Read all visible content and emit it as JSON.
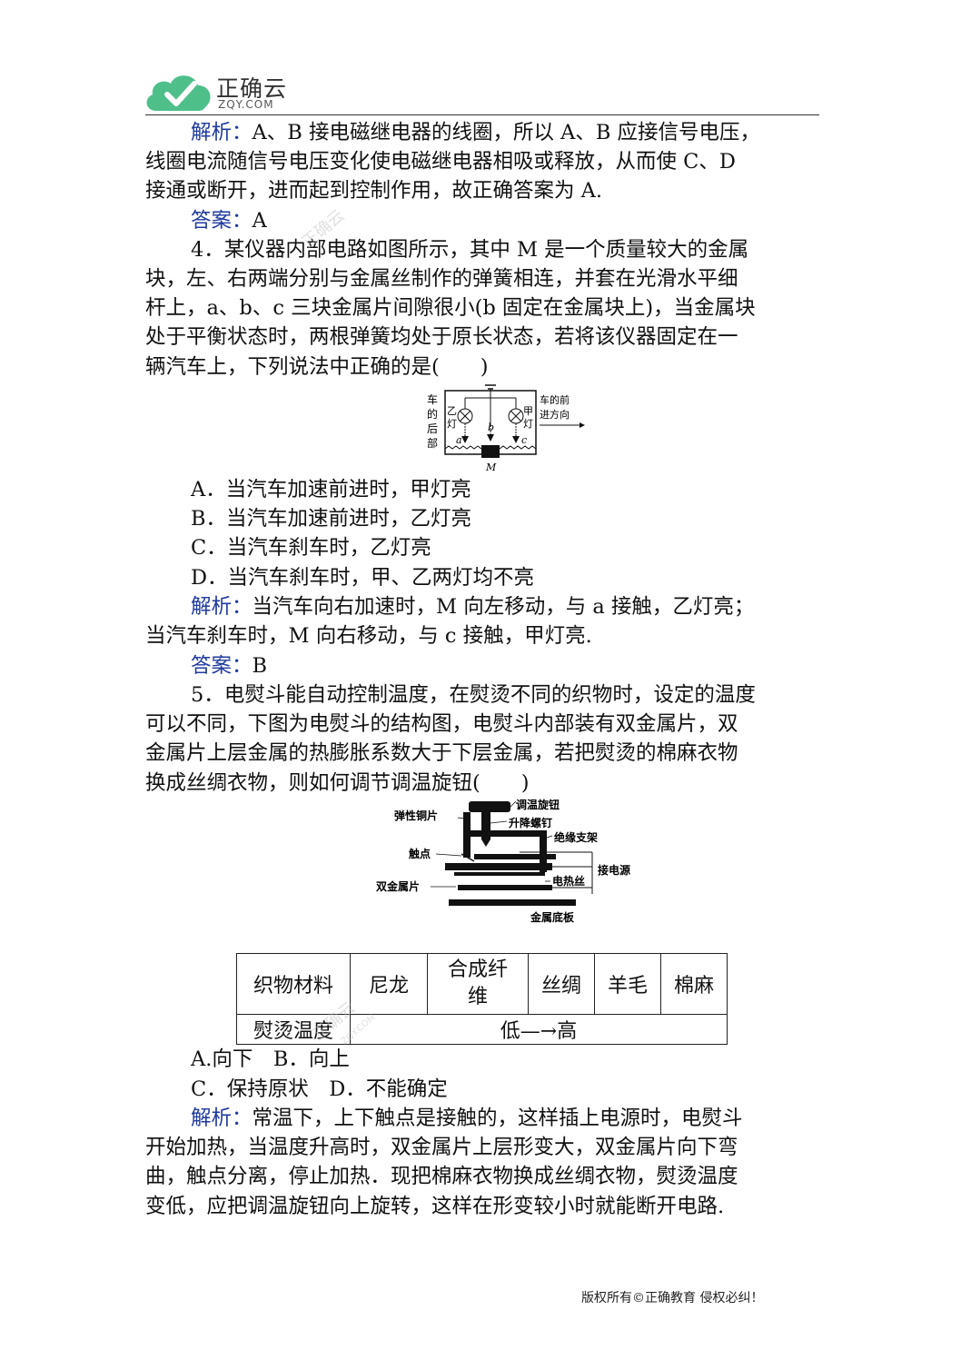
{
  "header": {
    "logo_text": "正确云",
    "logo_sub": "ZQY.COM"
  },
  "q3_analysis": {
    "label": "解析：",
    "l1": "A、B 接电磁继电器的线圈，所以 A、B 应接信号电压，",
    "l2": "线圈电流随信号电压变化使电磁继电器相吸或释放，从而使 C、D",
    "l3": "接通或断开，进而起到控制作用，故正确答案为 A."
  },
  "q3_answer": {
    "label": "答案：",
    "value": "A"
  },
  "q4": {
    "l1": "4．某仪器内部电路如图所示，其中 M 是一个质量较大的金属",
    "l2": "块，左、右两端分别与金属丝制作的弹簧相连，并套在光滑水平细",
    "l3": "杆上，a、b、c 三块金属片间隙很小(b 固定在金属块上)，当金属块",
    "l4": "处于平衡状态时，两根弹簧均处于原长状态，若将该仪器固定在一",
    "l5": "辆汽车上，下列说法中正确的是(　　)",
    "options": [
      "A．当汽车加速前进时，甲灯亮",
      "B．当汽车加速前进时，乙灯亮",
      "C．当汽车刹车时，乙灯亮",
      "D．当汽车刹车时，甲、乙两灯均不亮"
    ],
    "figure": {
      "left_chars": [
        "车",
        "的",
        "后",
        "部"
      ],
      "right_top": "车的前",
      "right_bottom": "进方向",
      "lamp_left": [
        "乙",
        "灯"
      ],
      "lamp_right": [
        "甲",
        "灯"
      ],
      "a": "a",
      "b": "b",
      "c": "c",
      "M": "M"
    },
    "analysis_label": "解析：",
    "analysis_l1": "当汽车向右加速时，M 向左移动，与 a 接触，乙灯亮；",
    "analysis_l2": "当汽车刹车时，M 向右移动，与 c 接触，甲灯亮.",
    "answer_label": "答案：",
    "answer_value": "B"
  },
  "q5": {
    "l1": "5．电熨斗能自动控制温度，在熨烫不同的织物时，设定的温度",
    "l2": "可以不同，下图为电熨斗的结构图，电熨斗内部装有双金属片，双",
    "l3": "金属片上层金属的热膨胀系数大于下层金属，若把熨烫的棉麻衣物",
    "l4": "换成丝绸衣物，则如何调节调温旋钮(　　)",
    "figure_labels": {
      "knob": "调温旋钮",
      "screw": "升降螺钉",
      "copper": "弹性铜片",
      "bracket": "绝缘支架",
      "contact": "触点",
      "power": "接电源",
      "bimetal": "双金属片",
      "heater": "电热丝",
      "base": "金属底板"
    },
    "table": {
      "row1_header": "织物材料",
      "fabrics": [
        "尼龙",
        "合成纤",
        "维",
        "丝绸",
        "羊毛",
        "棉麻"
      ],
      "row2_header": "熨烫温度",
      "temp": "低—→高"
    },
    "opt_line1": "A.向下　B．向上",
    "opt_line2": "C．保持原状　D．不能确定",
    "analysis_label": "解析：",
    "analysis_l1": "常温下，上下触点是接触的，这样插上电源时，电熨斗",
    "analysis_l2": "开始加热，当温度升高时，双金属片上层形变大，双金属片向下弯",
    "analysis_l3": "曲，触点分离，停止加热．现把棉麻衣物换成丝绸衣物，熨烫温度",
    "analysis_l4": "变低，应把调温旋钮向上旋转，这样在形变较小时就能断开电路."
  },
  "watermark": {
    "text": "正确云",
    "sub": "ZQY.COM"
  },
  "footer": {
    "text": "版权所有©正确教育  侵权必纠！"
  },
  "colors": {
    "label_blue": "#1f3aa0",
    "logo_green": "#4fbf8a"
  }
}
